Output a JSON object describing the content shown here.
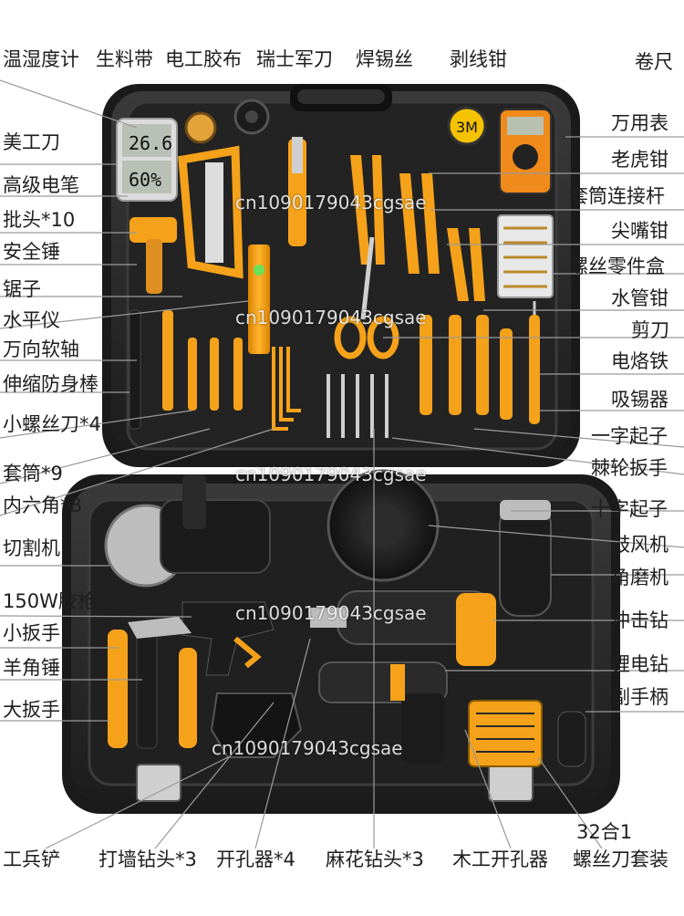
{
  "labels": {
    "top": [
      "温湿度计",
      "生料带",
      "电工胶布",
      "瑞士军刀",
      "焊锡丝",
      "剥线钳",
      "卷尺"
    ],
    "left": [
      "美工刀",
      "高级电笔",
      "批头*10",
      "安全锤",
      "锯子",
      "水平仪",
      "万向软轴",
      "伸缩防身棒",
      "小螺丝刀*4",
      "套筒*9",
      "内六角*8",
      "切割机",
      "150W胶枪",
      "小扳手",
      "羊角锤",
      "大扳手"
    ],
    "right": [
      "万用表",
      "老虎钳",
      "套筒连接杆",
      "尖嘴钳",
      "螺丝零件盒",
      "水管钳",
      "剪刀",
      "电烙铁",
      "吸锡器",
      "一字起子",
      "棘轮扳手",
      "十字起子",
      "鼓风机",
      "角磨机",
      "冲击钻",
      "锂电钻",
      "副手柄"
    ],
    "bottom": [
      "工兵铲",
      "打墙钻头*3",
      "开孔器*4",
      "麻花钻头*3",
      "木工开孔器"
    ],
    "bottom_right": [
      "32合1",
      "螺丝刀套装"
    ]
  },
  "meter": {
    "temperature": "26.6",
    "humidity": "60%"
  },
  "tape_label": "3M",
  "watermark": "cn1090179043cgsae",
  "colors": {
    "case": "#2b2b2b",
    "case_dark": "#151515",
    "accent": "#f5a21a",
    "label_text": "#1e1e1e",
    "leader_line": "#9a9a9a"
  }
}
